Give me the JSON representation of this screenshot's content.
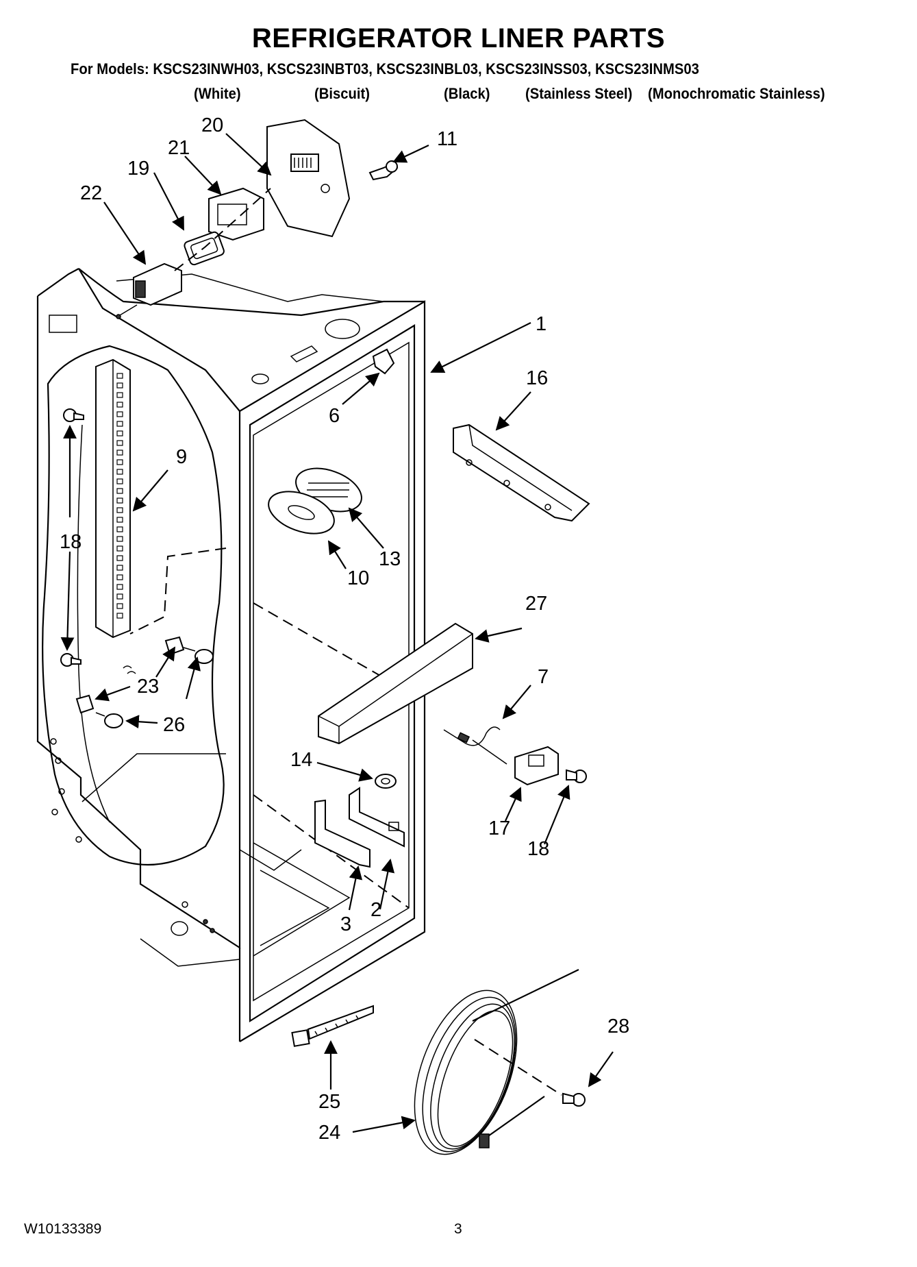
{
  "title": "REFRIGERATOR LINER PARTS",
  "models_line": "For Models: KSCS23INWH03, KSCS23INBT03, KSCS23INBL03, KSCS23INSS03, KSCS23INMS03",
  "color_variants": [
    "(White)",
    "(Biscuit)",
    "(Black)",
    "(Stainless Steel)",
    "(Monochromatic Stainless)"
  ],
  "callouts": {
    "p1": "1",
    "p2": "2",
    "p3": "3",
    "p6": "6",
    "p7": "7",
    "p9": "9",
    "p10": "10",
    "p11": "11",
    "p13": "13",
    "p14": "14",
    "p16": "16",
    "p17": "17",
    "p18a": "18",
    "p18b": "18",
    "p19": "19",
    "p20": "20",
    "p21": "21",
    "p22": "22",
    "p23": "23",
    "p24": "24",
    "p25": "25",
    "p26": "26",
    "p27": "27",
    "p28": "28"
  },
  "footer": {
    "doc_number": "W10133389",
    "page_number": "3"
  }
}
